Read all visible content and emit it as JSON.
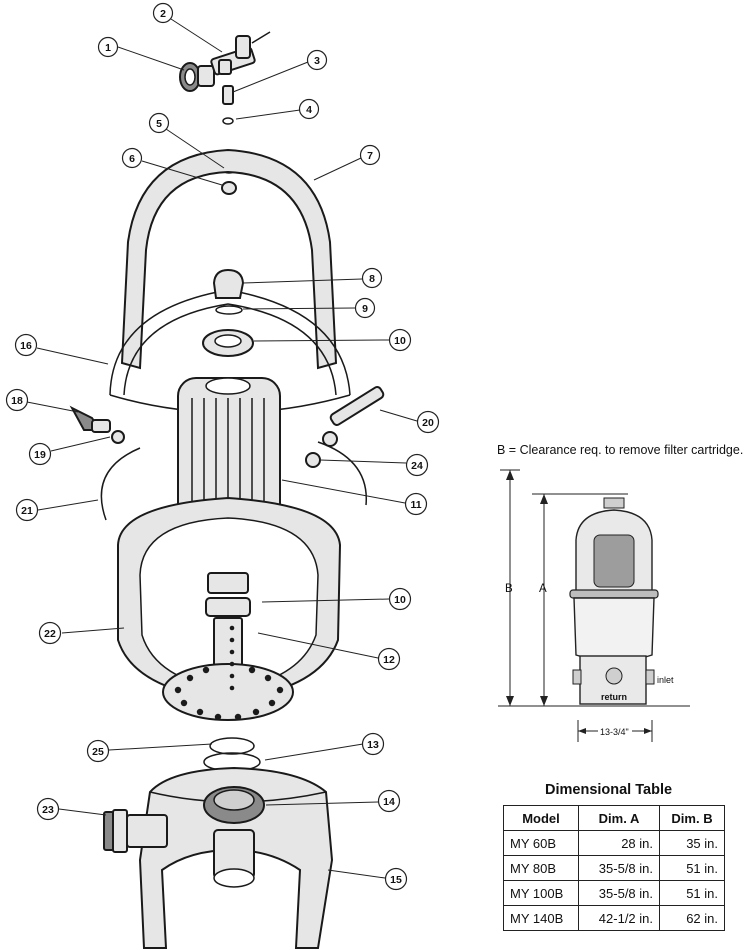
{
  "callouts": [
    {
      "id": "1"
    },
    {
      "id": "2"
    },
    {
      "id": "3"
    },
    {
      "id": "4"
    },
    {
      "id": "5"
    },
    {
      "id": "6"
    },
    {
      "id": "7"
    },
    {
      "id": "8"
    },
    {
      "id": "9"
    },
    {
      "id": "10"
    },
    {
      "id": "16"
    },
    {
      "id": "18"
    },
    {
      "id": "20"
    },
    {
      "id": "19"
    },
    {
      "id": "24"
    },
    {
      "id": "21"
    },
    {
      "id": "11"
    },
    {
      "id": "10"
    },
    {
      "id": "22"
    },
    {
      "id": "12"
    },
    {
      "id": "13"
    },
    {
      "id": "25"
    },
    {
      "id": "23"
    },
    {
      "id": "14"
    },
    {
      "id": "15"
    }
  ],
  "inset": {
    "clearance_note": "B = Clearance req. to remove filter cartridge.",
    "label_a": "A",
    "label_b": "B",
    "label_inlet": "inlet",
    "label_return": "return",
    "width_label": "13-3/4\""
  },
  "table": {
    "title": "Dimensional Table",
    "headers": [
      "Model",
      "Dim. A",
      "Dim. B"
    ],
    "rows": [
      [
        "MY 60B",
        "28 in.",
        "35 in."
      ],
      [
        "MY 80B",
        "35-5/8 in.",
        "51 in."
      ],
      [
        "MY 100B",
        "35-5/8 in.",
        "51 in."
      ],
      [
        "MY 140B",
        "42-1/2 in.",
        "62 in."
      ]
    ]
  }
}
